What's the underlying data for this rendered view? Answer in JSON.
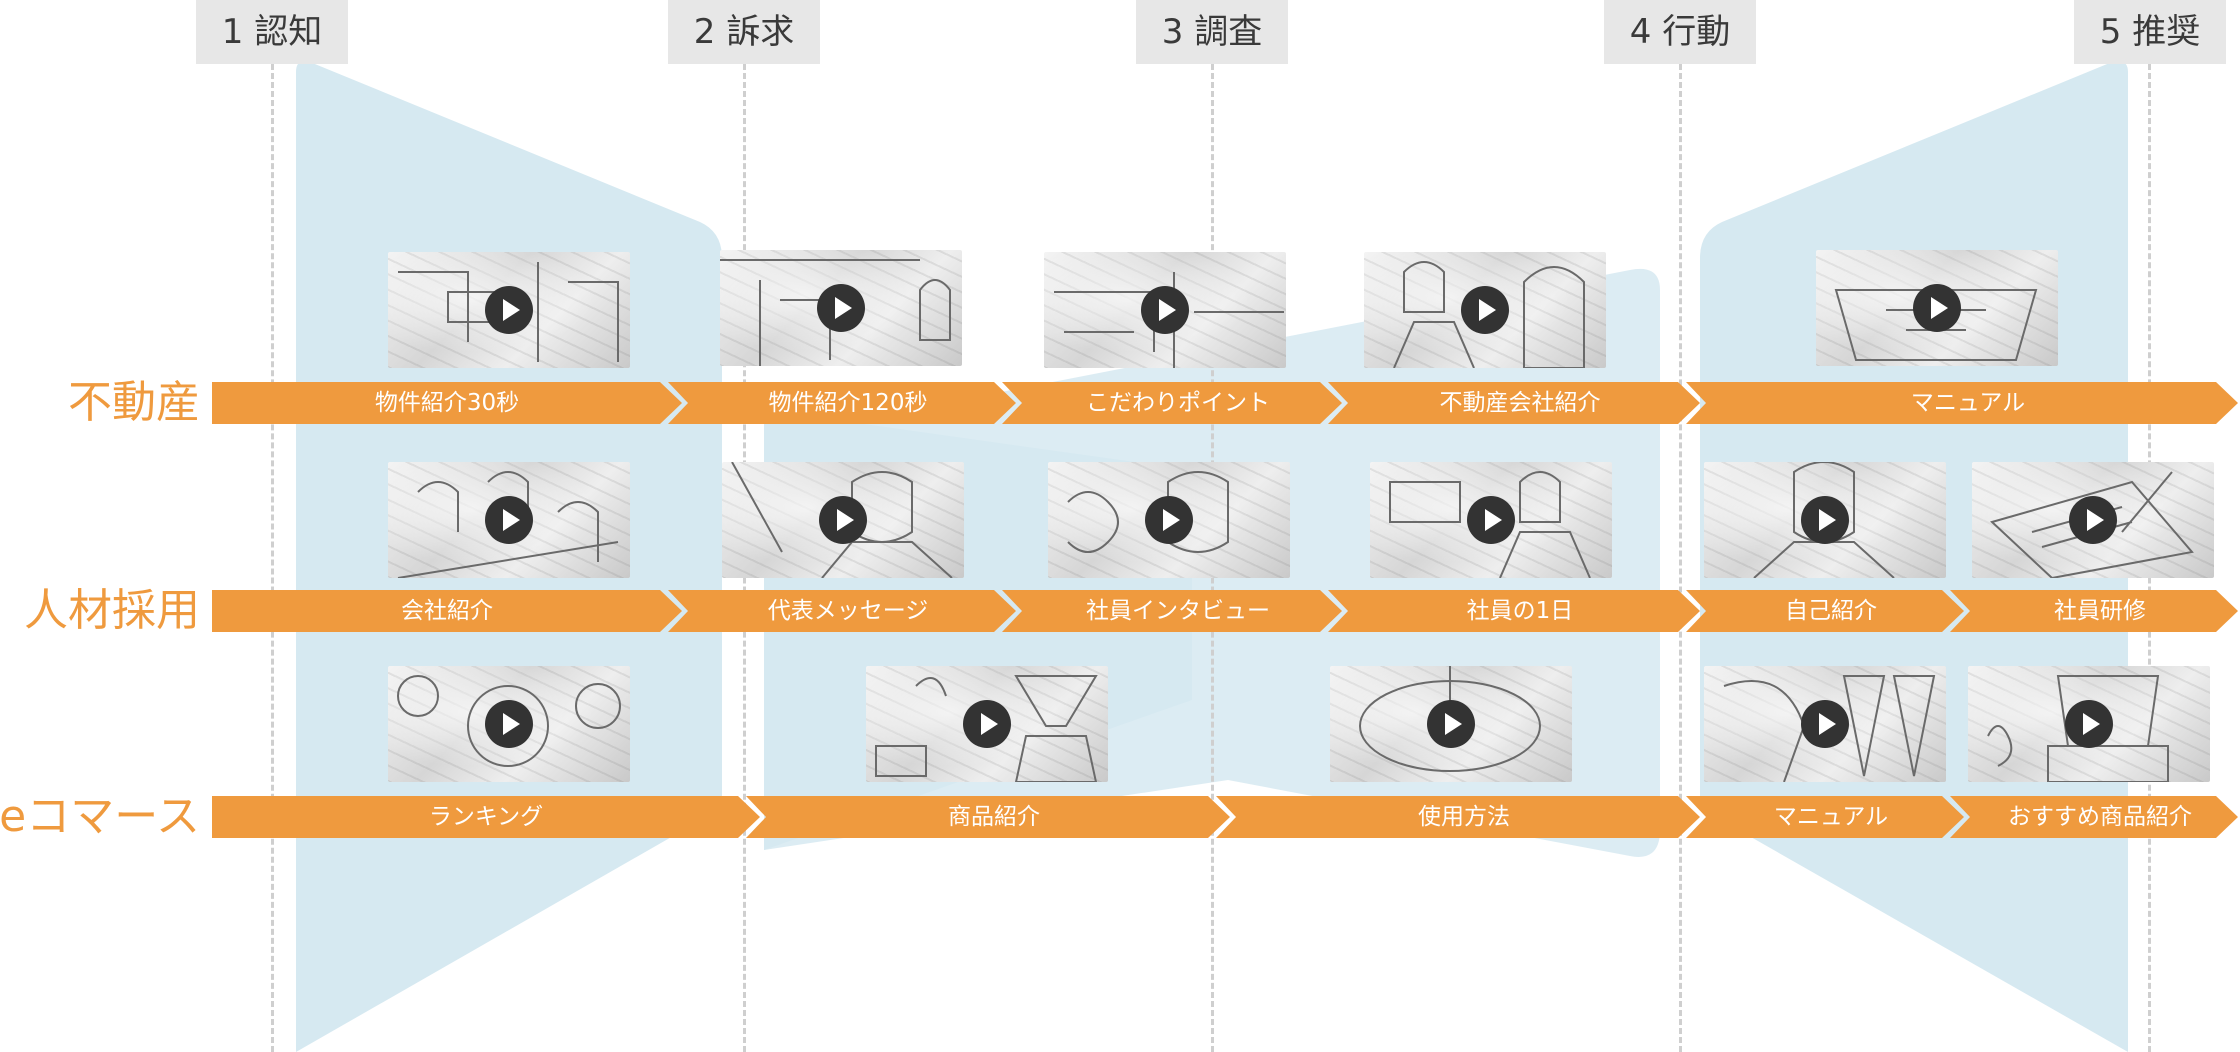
{
  "stages": [
    "1 認知",
    "2 訴求",
    "3 調査",
    "4 行動",
    "5 推奨"
  ],
  "rows": [
    "不動産",
    "人材採用",
    "eコマース"
  ],
  "videos": {
    "real_estate": [
      "物件紹介30秒",
      "物件紹介120秒",
      "こだわりポイント",
      "不動産会社紹介",
      "マニュアル"
    ],
    "recruiting": [
      "会社紹介",
      "代表メッセージ",
      "社員インタビュー",
      "社員の1日",
      "自己紹介",
      "社員研修"
    ],
    "ecommerce": [
      "ランキング",
      "商品紹介",
      "使用方法",
      "マニュアル",
      "おすすめ商品紹介"
    ]
  },
  "colors": {
    "accent": "#ef9a3e",
    "funnel": "#d6e9f1",
    "stage_bg": "#e7e7e7",
    "play": "#333333"
  },
  "icons": {
    "play": "play-icon"
  }
}
